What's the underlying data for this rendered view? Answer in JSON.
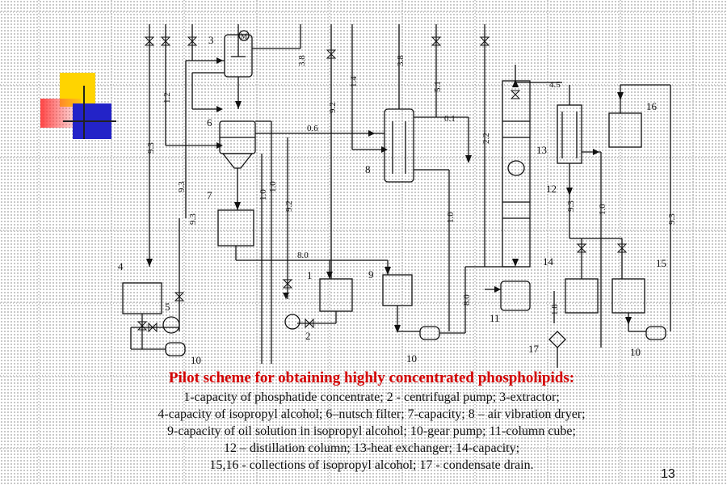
{
  "diagram": {
    "unit_labels": {
      "u1": "1",
      "u2": "2",
      "u3": "3",
      "u4": "4",
      "u5": "5",
      "u6": "6",
      "u7": "7",
      "u8": "8",
      "u9": "9",
      "u10a": "10",
      "u10b": "10",
      "u10c": "10",
      "u11": "11",
      "u12": "12",
      "u13": "13",
      "u14": "14",
      "u15": "15",
      "u16": "16",
      "u17": "17"
    },
    "stream_labels": {
      "s93a": "9.3",
      "s12": "1.2",
      "s93b": "9.3",
      "s93c": "9.3",
      "s38a": "3.8",
      "s06": "0.6",
      "s92a": "9.2",
      "s14": "1.4",
      "s38b": "3.8",
      "s51": "5.1",
      "s01": "0.1",
      "s10a": "1.0",
      "s10b": "1.0",
      "s92b": "9.2",
      "s10c": "1.0",
      "s80a": "8.0",
      "s80b": "8.0",
      "s22": "2.2",
      "s45": "4.5",
      "s93d": "9.3",
      "s10d": "1.0",
      "s93e": "9.3",
      "s18": "1.8"
    },
    "motor_label": "M"
  },
  "caption": {
    "title": "Pilot scheme for obtaining highly concentrated phospholipids:",
    "lines": [
      "1-capacity of phosphatide concentrate; 2 - centrifugal pump; 3-extractor;",
      "4-capacity of isopropyl alcohol; 6–nutsch filter; 7-capacity; 8 – air vibration dryer;",
      "9-capacity of oil solution in isopropyl alcohol; 10-gear pump; 11-column cube;",
      "12 – distillation column; 13-heat exchanger; 14-capacity;",
      "15,16 - collections of isopropyl alcohol; 17 - condensate drain."
    ]
  },
  "page_number": "13",
  "colors": {
    "title_red": "#d40000",
    "deco_yellow": "#ffd400",
    "deco_blue": "#2323c8",
    "deco_red": "#ff4a4a"
  }
}
